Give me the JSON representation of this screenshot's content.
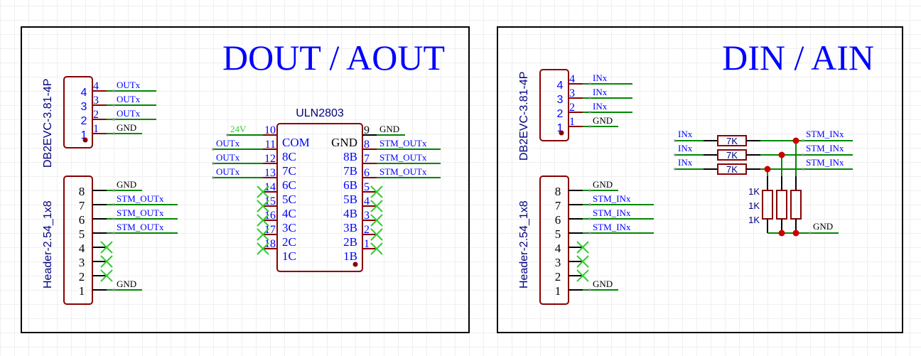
{
  "colors": {
    "frame": "#000000",
    "component": "#880000",
    "wire": "#008800",
    "pin_black": "#000000",
    "text_blue": "#0000ff",
    "text_navy": "#000080",
    "text_black": "#000000",
    "noconnect": "#33cc33",
    "power_label": "#33cc33",
    "junction": "#cc0000"
  },
  "left_sheet": {
    "title": "DOUT / AOUT",
    "terminal": {
      "name": "DB2EVC-3.81-4P",
      "pins": [
        {
          "num": "4",
          "net": "OUTx"
        },
        {
          "num": "3",
          "net": "OUTx"
        },
        {
          "num": "2",
          "net": "OUTx"
        },
        {
          "num": "1",
          "net": "GND"
        }
      ]
    },
    "header": {
      "name": "Header-2.54_1x8",
      "pins": [
        {
          "num": "8",
          "net": "GND",
          "nc": false
        },
        {
          "num": "7",
          "net": "STM_OUTx",
          "nc": false
        },
        {
          "num": "6",
          "net": "STM_OUTx",
          "nc": false
        },
        {
          "num": "5",
          "net": "STM_OUTx",
          "nc": false
        },
        {
          "num": "4",
          "net": "",
          "nc": true
        },
        {
          "num": "3",
          "net": "",
          "nc": true
        },
        {
          "num": "2",
          "net": "",
          "nc": true
        },
        {
          "num": "1",
          "net": "GND",
          "nc": false
        }
      ]
    },
    "ic": {
      "name": "ULN2803",
      "left_pins": [
        {
          "num": "10",
          "label": "COM",
          "net": "24V",
          "nc": false
        },
        {
          "num": "11",
          "label": "8C",
          "net": "OUTx",
          "nc": false
        },
        {
          "num": "12",
          "label": "7C",
          "net": "OUTx",
          "nc": false
        },
        {
          "num": "13",
          "label": "6C",
          "net": "OUTx",
          "nc": false
        },
        {
          "num": "14",
          "label": "5C",
          "net": "",
          "nc": true
        },
        {
          "num": "15",
          "label": "4C",
          "net": "",
          "nc": true
        },
        {
          "num": "16",
          "label": "3C",
          "net": "",
          "nc": true
        },
        {
          "num": "17",
          "label": "2C",
          "net": "",
          "nc": true
        },
        {
          "num": "18",
          "label": "1C",
          "net": "",
          "nc": true
        }
      ],
      "right_pins": [
        {
          "num": "9",
          "label": "GND",
          "net": "GND",
          "nc": false
        },
        {
          "num": "8",
          "label": "8B",
          "net": "STM_OUTx",
          "nc": false
        },
        {
          "num": "7",
          "label": "7B",
          "net": "STM_OUTx",
          "nc": false
        },
        {
          "num": "6",
          "label": "6B",
          "net": "STM_OUTx",
          "nc": false
        },
        {
          "num": "5",
          "label": "5B",
          "net": "",
          "nc": true
        },
        {
          "num": "4",
          "label": "4B",
          "net": "",
          "nc": true
        },
        {
          "num": "3",
          "label": "3B",
          "net": "",
          "nc": true
        },
        {
          "num": "2",
          "label": "2B",
          "net": "",
          "nc": true
        },
        {
          "num": "1",
          "label": "1B",
          "net": "",
          "nc": true
        }
      ]
    }
  },
  "right_sheet": {
    "title": "DIN / AIN",
    "terminal": {
      "name": "DB2EVC-3.81-4P",
      "pins": [
        {
          "num": "4",
          "net": "INx"
        },
        {
          "num": "3",
          "net": "INx"
        },
        {
          "num": "2",
          "net": "INx"
        },
        {
          "num": "1",
          "net": "GND"
        }
      ]
    },
    "header": {
      "name": "Header-2.54_1x8",
      "pins": [
        {
          "num": "8",
          "net": "GND",
          "nc": false
        },
        {
          "num": "7",
          "net": "STM_INx",
          "nc": false
        },
        {
          "num": "6",
          "net": "STM_INx",
          "nc": false
        },
        {
          "num": "5",
          "net": "STM_INx",
          "nc": false
        },
        {
          "num": "4",
          "net": "",
          "nc": true
        },
        {
          "num": "3",
          "net": "",
          "nc": true
        },
        {
          "num": "2",
          "net": "",
          "nc": true
        },
        {
          "num": "1",
          "net": "GND",
          "nc": false
        }
      ]
    },
    "divider": {
      "inputs": [
        "INx",
        "INx",
        "INx"
      ],
      "outputs": [
        "STM_INx",
        "STM_INx",
        "STM_INx"
      ],
      "series_resistors": [
        "7K",
        "7K",
        "7K"
      ],
      "shunt_resistors": [
        "1K",
        "1K",
        "1K"
      ],
      "ground_net": "GND"
    }
  }
}
